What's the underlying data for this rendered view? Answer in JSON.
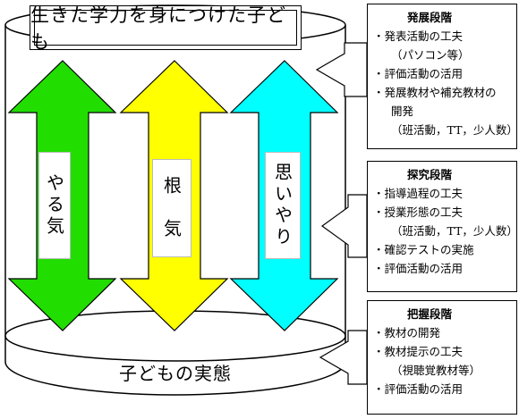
{
  "goal": "生きた学力を身につけた子ども",
  "base": "子どもの実態",
  "arrows": [
    {
      "label": "やる気",
      "color": "#22dd00"
    },
    {
      "label": "根　気",
      "color": "#ffff00"
    },
    {
      "label": "思いやり",
      "color": "#00ffff"
    }
  ],
  "stages": [
    {
      "title": "発展段階",
      "items": [
        {
          "text": "・発表活動の工夫",
          "indent": false
        },
        {
          "text": "（パソコン等）",
          "indent": true
        },
        {
          "text": "・評価活動の活用",
          "indent": false
        },
        {
          "text": "・発展教材や補充教材の",
          "indent": false
        },
        {
          "text": "開発",
          "indent": true
        },
        {
          "text": "（班活動，TT，少人数）",
          "indent": true
        }
      ]
    },
    {
      "title": "探究段階",
      "items": [
        {
          "text": "・指導過程の工夫",
          "indent": false
        },
        {
          "text": "・授業形態の工夫",
          "indent": false
        },
        {
          "text": "（班活動，TT，少人数）",
          "indent": true
        },
        {
          "text": "・確認テストの実施",
          "indent": false
        },
        {
          "text": "・評価活動の活用",
          "indent": false
        }
      ]
    },
    {
      "title": "把握段階",
      "items": [
        {
          "text": "・教材の開発",
          "indent": false
        },
        {
          "text": "・教材提示の工夫",
          "indent": false
        },
        {
          "text": "（視聴覚教材等）",
          "indent": true
        },
        {
          "text": "・評価活動の活用",
          "indent": false
        }
      ]
    }
  ]
}
